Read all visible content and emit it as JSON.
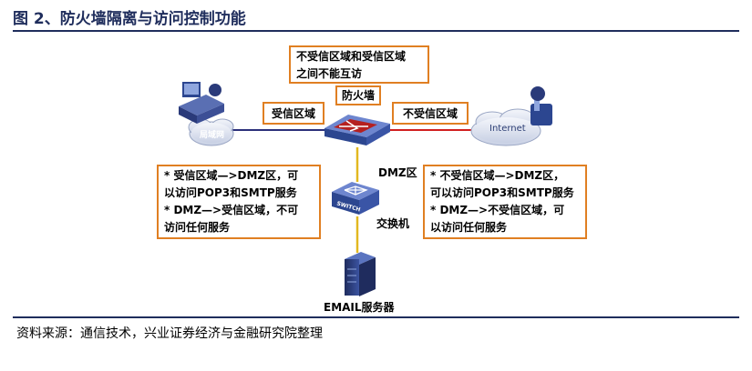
{
  "figure": {
    "title": "图 2、防火墙隔离与访问控制功能",
    "source": "资料来源：通信技术，兴业证券经济与金融研究院整理"
  },
  "diagram": {
    "note_top": [
      "不受信区域和受信区域",
      "之间不能互访"
    ],
    "firewall_label": "防火墙",
    "trusted_zone_label": "受信区域",
    "untrusted_zone_label": "不受信区域",
    "dmz_label": "DMZ区",
    "switch_label": "交换机",
    "switch_text": "SWITCH",
    "email_server_label": "EMAIL服务器",
    "lan_label": "局域网",
    "internet_label": "Internet",
    "left_rules": [
      "*   受信区域—>DMZ区，可",
      "以访问POP3和SMTP服务",
      "*   DMZ—>受信区域，不可",
      "访问任何服务"
    ],
    "right_rules": [
      "*   不受信区域—>DMZ区，",
      "可以访问POP3和SMTP服务",
      "*   DMZ—>不受信区域，可",
      "以访问任何服务"
    ],
    "colors": {
      "box_border": "#e07f22",
      "trusted_link": "#2b2f7a",
      "untrusted_link": "#d11f1f",
      "dmz_link": "#e2b820",
      "device_blue": "#3a5aa8",
      "title_navy": "#1f2d5c"
    }
  }
}
